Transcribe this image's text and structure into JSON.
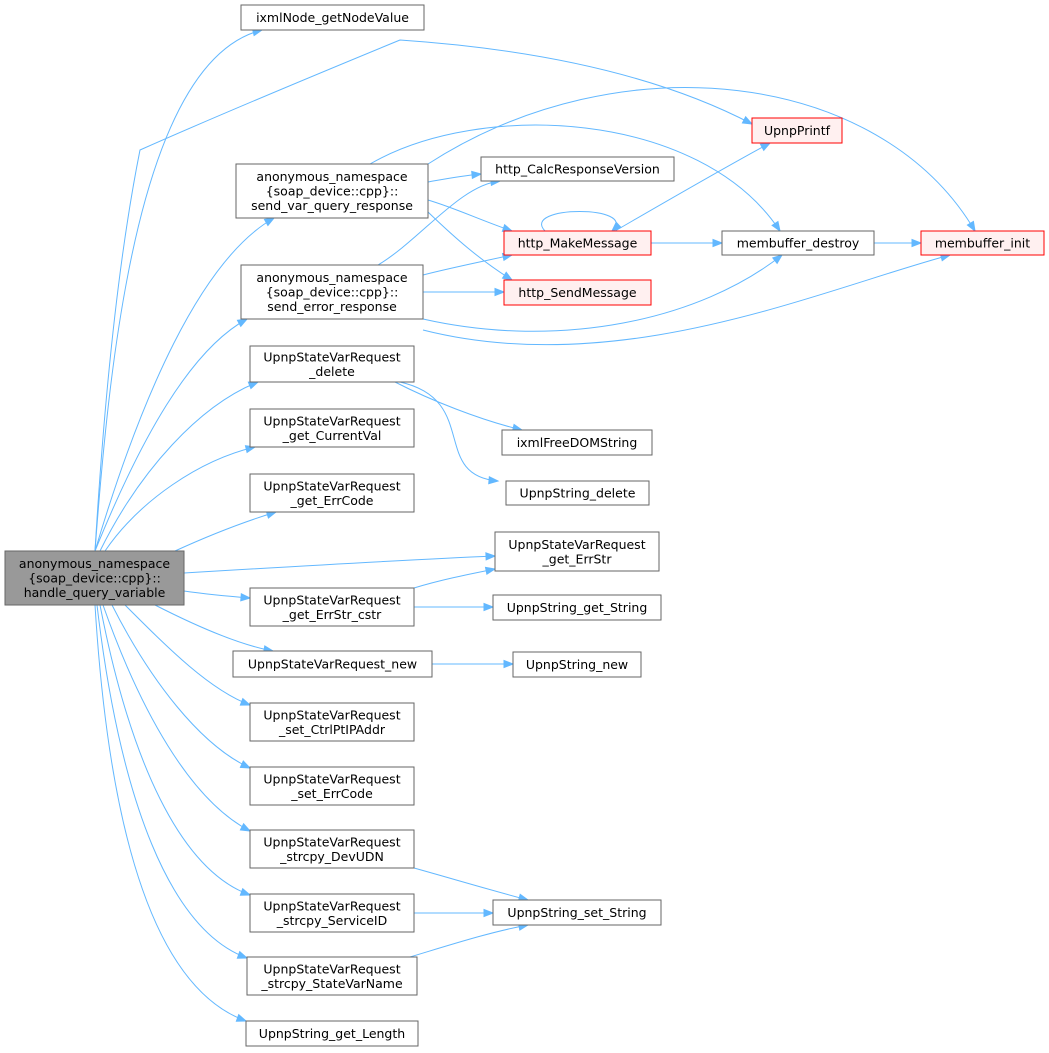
{
  "colors": {
    "edge": "#63b8ff",
    "node_fill": "#ffffff",
    "node_stroke": "#666666",
    "focus_fill": "#999999",
    "focus_stroke": "#666666",
    "red_fill": "#fff0f0",
    "red_stroke": "#ff0000"
  },
  "nodes": [
    {
      "id": "handle",
      "kind": "focus",
      "lines": [
        "anonymous_namespace",
        "{soap_device::cpp}::",
        "handle_query_variable"
      ]
    },
    {
      "id": "getNodeValue",
      "kind": "normal",
      "lines": [
        "ixmlNode_getNodeValue"
      ]
    },
    {
      "id": "sendVar",
      "kind": "normal",
      "lines": [
        "anonymous_namespace",
        "{soap_device::cpp}::",
        "send_var_query_response"
      ]
    },
    {
      "id": "sendErr",
      "kind": "normal",
      "lines": [
        "anonymous_namespace",
        "{soap_device::cpp}::",
        "send_error_response"
      ]
    },
    {
      "id": "svrDelete",
      "kind": "normal",
      "lines": [
        "UpnpStateVarRequest",
        "_delete"
      ]
    },
    {
      "id": "svrGetCurrentVal",
      "kind": "normal",
      "lines": [
        "UpnpStateVarRequest",
        "_get_CurrentVal"
      ]
    },
    {
      "id": "svrGetErrCode",
      "kind": "normal",
      "lines": [
        "UpnpStateVarRequest",
        "_get_ErrCode"
      ]
    },
    {
      "id": "svrGetErrStrCstr",
      "kind": "normal",
      "lines": [
        "UpnpStateVarRequest",
        "_get_ErrStr_cstr"
      ]
    },
    {
      "id": "svrNew",
      "kind": "normal",
      "lines": [
        "UpnpStateVarRequest_new"
      ]
    },
    {
      "id": "svrSetCtrlPt",
      "kind": "normal",
      "lines": [
        "UpnpStateVarRequest",
        "_set_CtrlPtIPAddr"
      ]
    },
    {
      "id": "svrSetErrCode",
      "kind": "normal",
      "lines": [
        "UpnpStateVarRequest",
        "_set_ErrCode"
      ]
    },
    {
      "id": "svrStrcpyDevUDN",
      "kind": "normal",
      "lines": [
        "UpnpStateVarRequest",
        "_strcpy_DevUDN"
      ]
    },
    {
      "id": "svrStrcpyServiceID",
      "kind": "normal",
      "lines": [
        "UpnpStateVarRequest",
        "_strcpy_ServiceID"
      ]
    },
    {
      "id": "svrStrcpyStateVarName",
      "kind": "normal",
      "lines": [
        "UpnpStateVarRequest",
        "_strcpy_StateVarName"
      ]
    },
    {
      "id": "stringGetLength",
      "kind": "normal",
      "lines": [
        "UpnpString_get_Length"
      ]
    },
    {
      "id": "upnpPrintf",
      "kind": "red",
      "lines": [
        "UpnpPrintf"
      ]
    },
    {
      "id": "httpCalc",
      "kind": "normal",
      "lines": [
        "http_CalcResponseVersion"
      ]
    },
    {
      "id": "httpMake",
      "kind": "red",
      "lines": [
        "http_MakeMessage"
      ]
    },
    {
      "id": "httpSend",
      "kind": "red",
      "lines": [
        "http_SendMessage"
      ]
    },
    {
      "id": "membufDestroy",
      "kind": "normal",
      "lines": [
        "membuffer_destroy"
      ]
    },
    {
      "id": "membufInit",
      "kind": "red",
      "lines": [
        "membuffer_init"
      ]
    },
    {
      "id": "ixmlFree",
      "kind": "normal",
      "lines": [
        "ixmlFreeDOMString"
      ]
    },
    {
      "id": "stringDelete",
      "kind": "normal",
      "lines": [
        "UpnpString_delete"
      ]
    },
    {
      "id": "svrGetErrStr",
      "kind": "normal",
      "lines": [
        "UpnpStateVarRequest",
        "_get_ErrStr"
      ]
    },
    {
      "id": "stringGetString",
      "kind": "normal",
      "lines": [
        "UpnpString_get_String"
      ]
    },
    {
      "id": "stringNew",
      "kind": "normal",
      "lines": [
        "UpnpString_new"
      ]
    },
    {
      "id": "stringSetString",
      "kind": "normal",
      "lines": [
        "UpnpString_set_String"
      ]
    }
  ],
  "edges": [
    {
      "from": "handle",
      "to": "getNodeValue"
    },
    {
      "from": "handle",
      "to": "upnpPrintf"
    },
    {
      "from": "handle",
      "to": "sendVar"
    },
    {
      "from": "handle",
      "to": "sendErr"
    },
    {
      "from": "handle",
      "to": "svrDelete"
    },
    {
      "from": "handle",
      "to": "svrGetCurrentVal"
    },
    {
      "from": "handle",
      "to": "svrGetErrCode"
    },
    {
      "from": "handle",
      "to": "svrGetErrStr"
    },
    {
      "from": "handle",
      "to": "svrGetErrStrCstr"
    },
    {
      "from": "handle",
      "to": "svrNew"
    },
    {
      "from": "handle",
      "to": "svrSetCtrlPt"
    },
    {
      "from": "handle",
      "to": "svrSetErrCode"
    },
    {
      "from": "handle",
      "to": "svrStrcpyDevUDN"
    },
    {
      "from": "handle",
      "to": "svrStrcpyServiceID"
    },
    {
      "from": "handle",
      "to": "svrStrcpyStateVarName"
    },
    {
      "from": "handle",
      "to": "stringGetLength"
    },
    {
      "from": "sendVar",
      "to": "httpCalc"
    },
    {
      "from": "sendVar",
      "to": "httpMake"
    },
    {
      "from": "sendVar",
      "to": "httpSend"
    },
    {
      "from": "sendVar",
      "to": "membufDestroy"
    },
    {
      "from": "sendVar",
      "to": "membufInit"
    },
    {
      "from": "sendErr",
      "to": "httpCalc"
    },
    {
      "from": "sendErr",
      "to": "httpMake"
    },
    {
      "from": "sendErr",
      "to": "httpSend"
    },
    {
      "from": "sendErr",
      "to": "membufDestroy"
    },
    {
      "from": "sendErr",
      "to": "membufInit"
    },
    {
      "from": "httpMake",
      "to": "httpMake"
    },
    {
      "from": "httpMake",
      "to": "upnpPrintf"
    },
    {
      "from": "httpMake",
      "to": "membufDestroy"
    },
    {
      "from": "membufDestroy",
      "to": "membufInit"
    },
    {
      "from": "svrDelete",
      "to": "ixmlFree"
    },
    {
      "from": "svrDelete",
      "to": "stringDelete"
    },
    {
      "from": "svrGetErrStrCstr",
      "to": "svrGetErrStr"
    },
    {
      "from": "svrGetErrStrCstr",
      "to": "stringGetString"
    },
    {
      "from": "svrNew",
      "to": "stringNew"
    },
    {
      "from": "svrStrcpyDevUDN",
      "to": "stringSetString"
    },
    {
      "from": "svrStrcpyServiceID",
      "to": "stringSetString"
    },
    {
      "from": "svrStrcpyStateVarName",
      "to": "stringSetString"
    }
  ]
}
